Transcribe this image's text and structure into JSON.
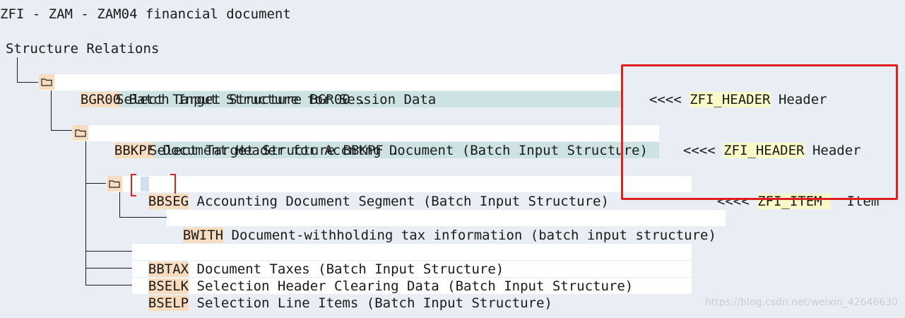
{
  "title": "ZFI - ZAM - ZAM04 financial document",
  "root_label": "Structure Relations",
  "nodes": {
    "bgr00": {
      "name": "BGR00",
      "desc": "Batch Input Structure for Session Data",
      "select": "Select Target Structure BGR00 .",
      "arrows": "<<<<",
      "target": "ZFI_HEADER",
      "target_desc": "Header"
    },
    "bbkpf": {
      "name": "BBKPF",
      "desc": "Document Header for Accntng Document (Batch Input Structure)",
      "select": "Select Target Structure BBKPF .",
      "arrows": "<<<<",
      "target": "ZFI_HEADER",
      "target_desc": "Header"
    },
    "bbseg": {
      "name": "BBSEG",
      "desc": "Accounting Document Segment (Batch Input Structure)",
      "arrows": "<<<<",
      "target": "ZFI_ITEM",
      "target_desc": "Item"
    },
    "bwith": {
      "name": "BWITH",
      "desc": "Document-withholding tax information (batch input structure)"
    },
    "bbtax": {
      "name": "BBTAX",
      "desc": "Document Taxes (Batch Input Structure)"
    },
    "bselk": {
      "name": "BSELK",
      "desc": "Selection Header Clearing Data (Batch Input Structure)"
    },
    "bselp": {
      "name": "BSELP",
      "desc": "Selection Line Items (Batch Input Structure)"
    }
  },
  "watermark": "https://blog.csdn.net/weixin_42646630",
  "colors": {
    "highlight_box": "#e02020",
    "name_bg": "#f7dcc0",
    "select_bg": "#cde3e3",
    "target_bg": "#fafac8"
  }
}
